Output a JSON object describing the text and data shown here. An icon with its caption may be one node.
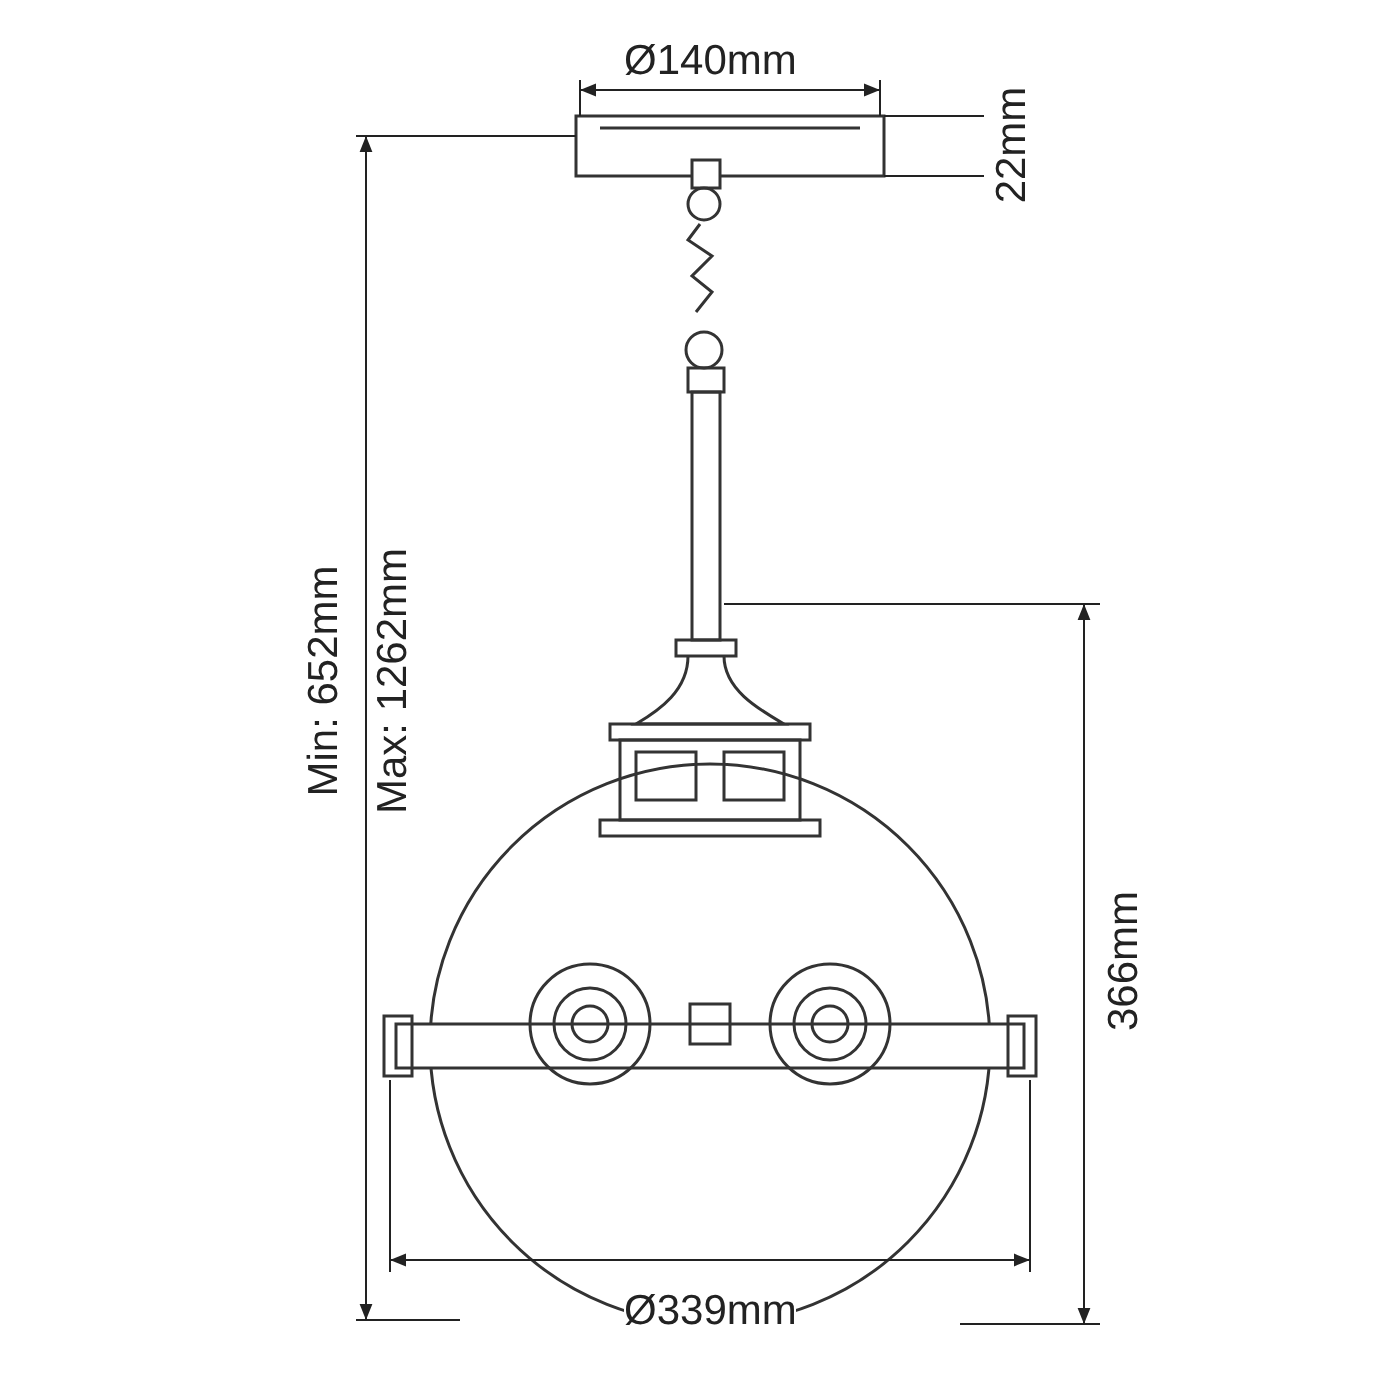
{
  "diagram": {
    "labels": [
      "Ø140mm",
      "22mm",
      "Min: 652mm",
      "Max: 1262mm",
      "366mm",
      "Ø339mm"
    ]
  }
}
